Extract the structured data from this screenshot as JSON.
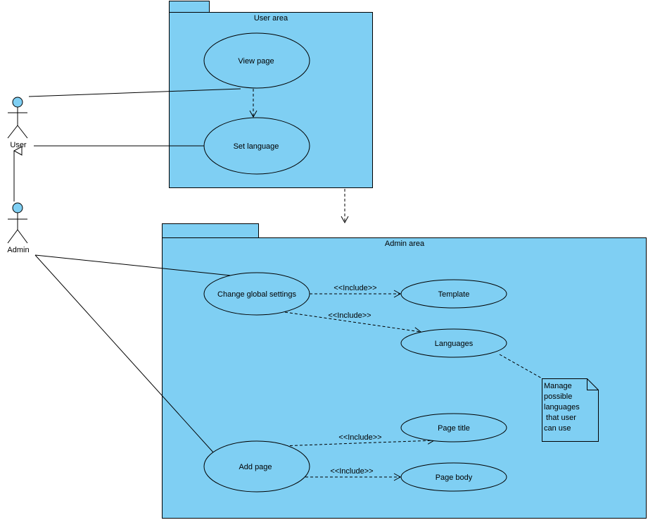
{
  "colors": {
    "package_fill": "#7fcff3",
    "stroke": "#000000",
    "note_fill": "#7fcff3",
    "actor_head": "#7fcff3"
  },
  "actors": {
    "user": {
      "label": "User"
    },
    "admin": {
      "label": "Admin"
    }
  },
  "packages": {
    "user_area": {
      "title": "User area"
    },
    "admin_area": {
      "title": "Admin area"
    }
  },
  "use_cases": {
    "view_page": "View page",
    "set_language": "Set language",
    "change_global_settings": "Change global settings",
    "template": "Template",
    "languages": "Languages",
    "add_page": "Add page",
    "page_title": "Page title",
    "page_body": "Page body"
  },
  "relations": {
    "include_template": "<<Include>>",
    "include_languages": "<<Include>>",
    "include_page_title": "<<Include>>",
    "include_page_body": "<<Include>>"
  },
  "note": {
    "lines": [
      "Manage",
      "possible",
      "languages",
      " that user",
      "can use"
    ]
  }
}
